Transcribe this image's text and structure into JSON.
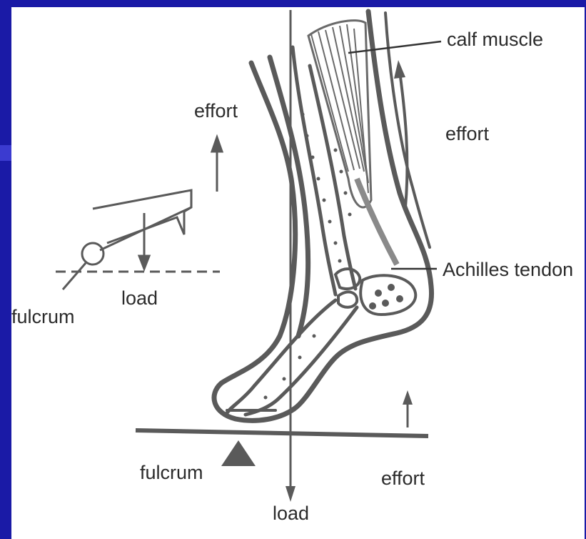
{
  "labels": {
    "calf_muscle": "calf muscle",
    "effort_leg": "effort",
    "effort_lever": "effort",
    "achilles_tendon": "Achilles tendon",
    "load_lever": "load",
    "fulcrum_lever": "fulcrum",
    "fulcrum_foot": "fulcrum",
    "load_foot": "load",
    "effort_foot": "effort"
  },
  "colors": {
    "background": "#1a1aa6",
    "panel": "#ffffff",
    "ink": "#5a5a5a",
    "text": "#2b2b2b"
  }
}
